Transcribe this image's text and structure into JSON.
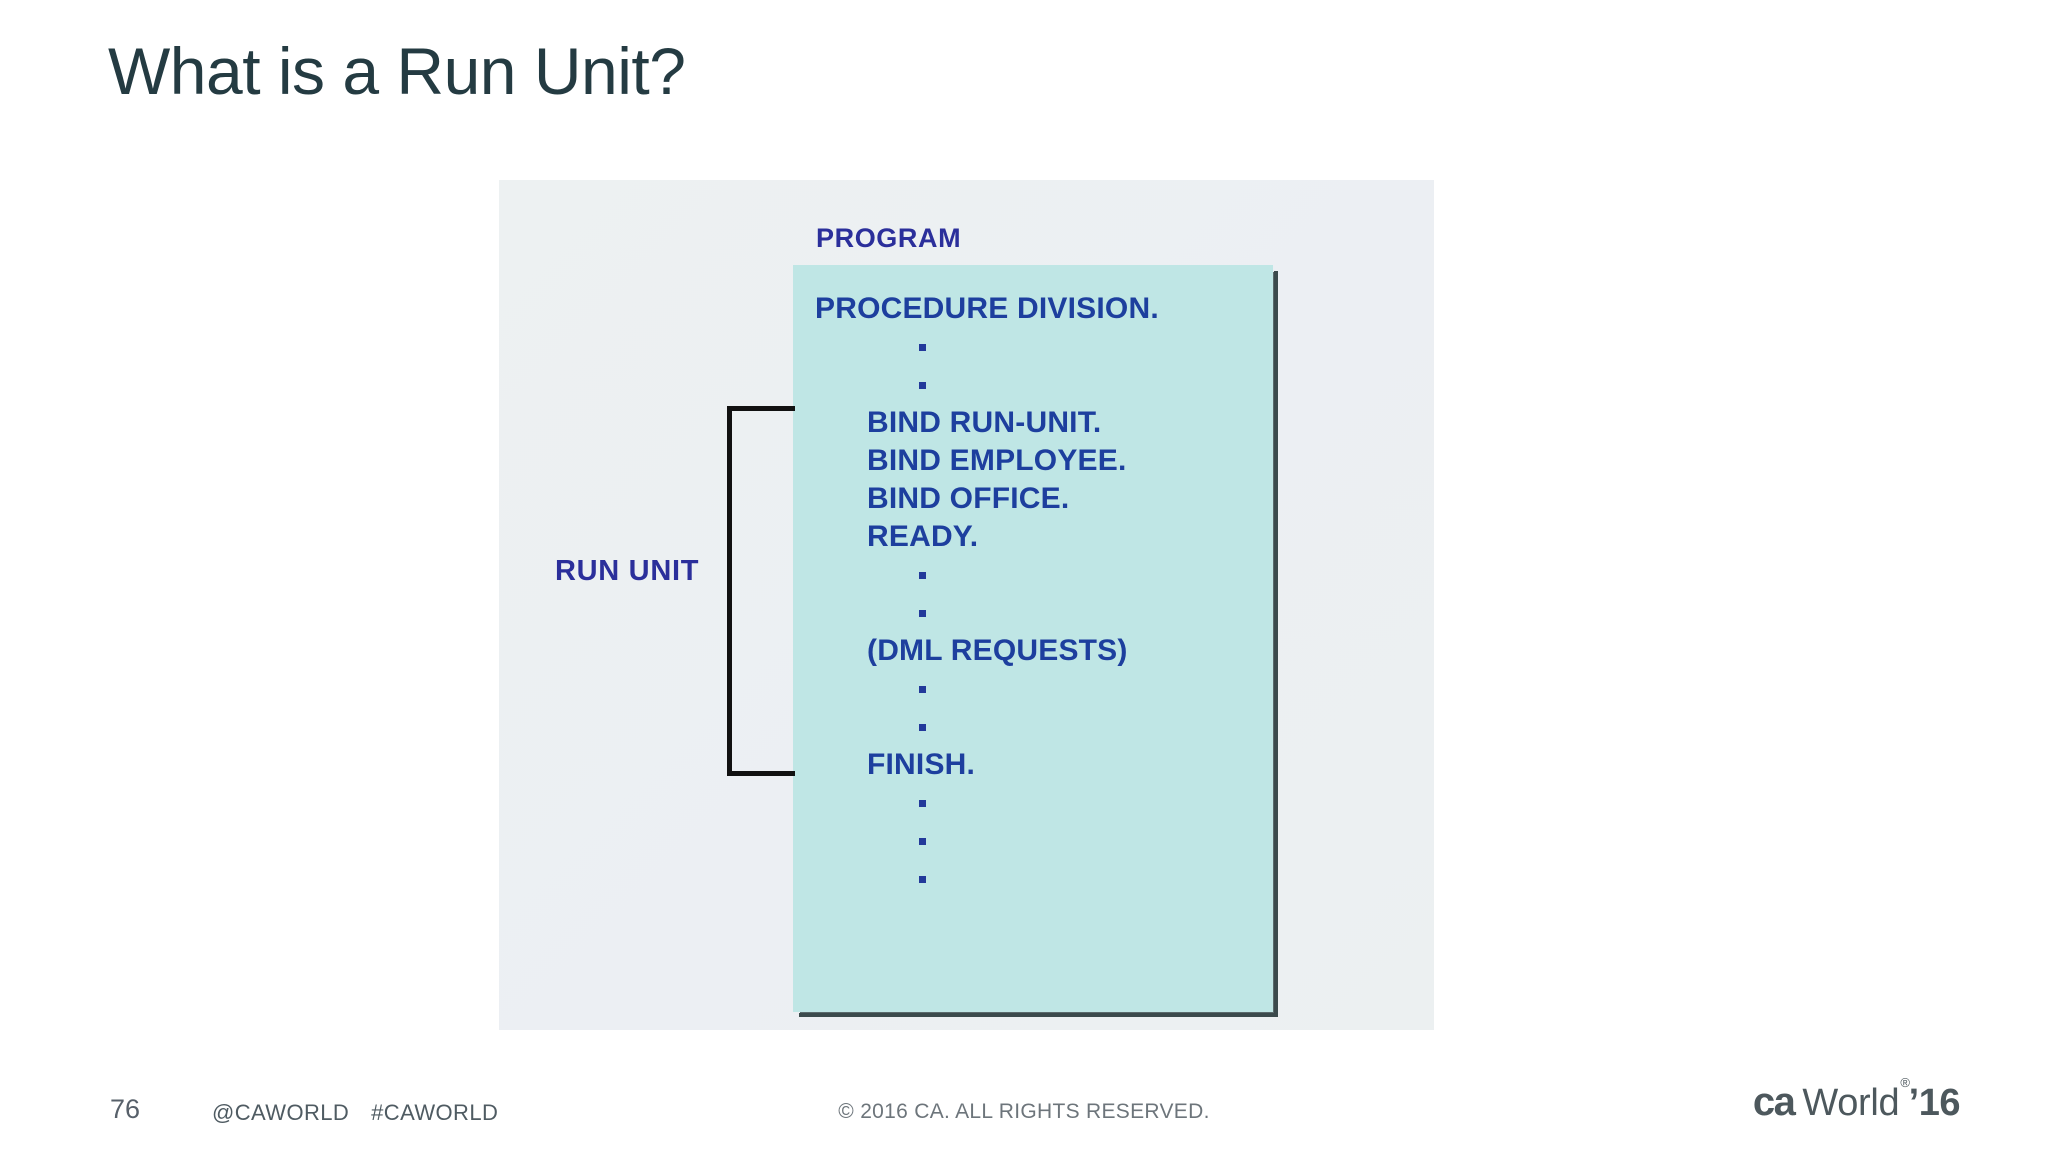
{
  "slide": {
    "title": "What is a Run Unit?",
    "page_number": "76"
  },
  "figure": {
    "program_label": "PROGRAM",
    "run_unit_label": "RUN UNIT",
    "code_lines": [
      {
        "text": "PROCEDURE DIVISION.",
        "kind": "code",
        "indent": false
      },
      {
        "text": "·",
        "kind": "dot"
      },
      {
        "text": "·",
        "kind": "dot"
      },
      {
        "text": "BIND RUN-UNIT.",
        "kind": "code",
        "indent": true
      },
      {
        "text": "BIND EMPLOYEE.",
        "kind": "code",
        "indent": true
      },
      {
        "text": "BIND OFFICE.",
        "kind": "code",
        "indent": true
      },
      {
        "text": "READY.",
        "kind": "code",
        "indent": true
      },
      {
        "text": "·",
        "kind": "dot"
      },
      {
        "text": "·",
        "kind": "dot"
      },
      {
        "text": "(DML REQUESTS)",
        "kind": "code",
        "indent": true
      },
      {
        "text": "·",
        "kind": "dot"
      },
      {
        "text": "·",
        "kind": "dot"
      },
      {
        "text": "FINISH.",
        "kind": "code",
        "indent": true
      },
      {
        "text": "·",
        "kind": "dot"
      },
      {
        "text": "·",
        "kind": "dot"
      },
      {
        "text": "·",
        "kind": "dot"
      }
    ],
    "colors": {
      "panel_background": "#edf1f2",
      "program_box_fill": "#bfe6e5",
      "code_text": "#1d3f9e",
      "label_text": "#2b2f9b",
      "bracket": "#111111"
    }
  },
  "footer": {
    "twitter_handle": "@CAWORLD",
    "hashtag": "#CAWORLD",
    "copyright": "© 2016 CA. ALL RIGHTS RESERVED."
  },
  "brand": {
    "ca": "ca",
    "world": "World",
    "registered_mark": "®",
    "year": "’16"
  }
}
